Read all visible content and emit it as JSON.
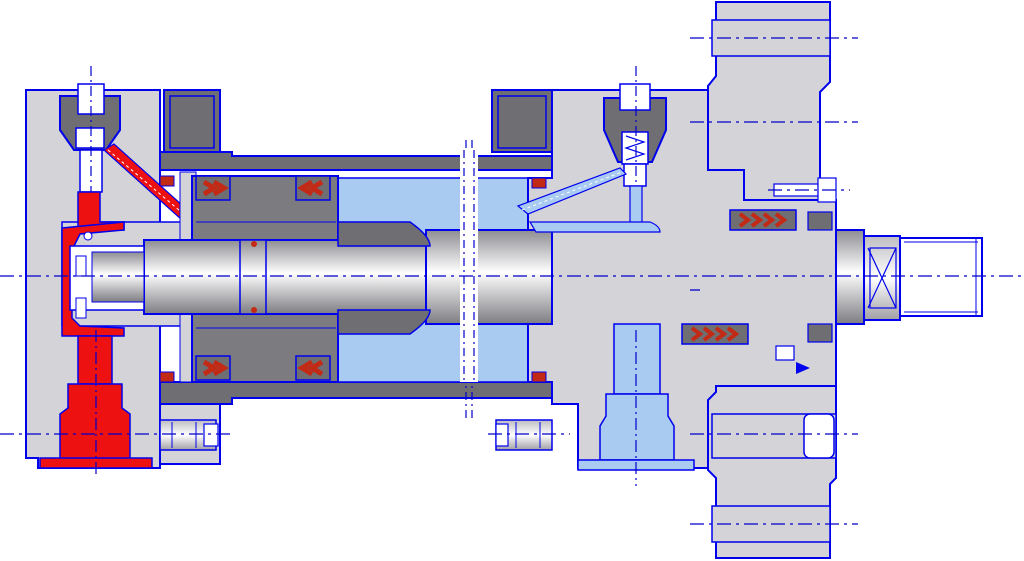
{
  "colors": {
    "background": "#ffffff",
    "outline": "#0000ee",
    "body_grey": "#d3d3d8",
    "dark_grey": "#6e6e73",
    "piston_grey": "#7b7b80",
    "fluid_blue": "#a9cbf2",
    "pressure_red": "#ee1111",
    "seal_red": "#c22a16",
    "centerline": "#0000cc"
  },
  "diagram": {
    "view": "hydraulic-cylinder-cross-section",
    "components": [
      "rear-end-cap",
      "front-end-cap",
      "cylinder-barrel",
      "piston",
      "piston-seals",
      "piston-rod",
      "cushion-spear",
      "rod-seals",
      "rod-wiper",
      "bleed-valve-rear",
      "check-valve-front",
      "rear-port",
      "front-port",
      "rod-end-thread",
      "mounting-flange",
      "tie-rod-nuts"
    ]
  }
}
